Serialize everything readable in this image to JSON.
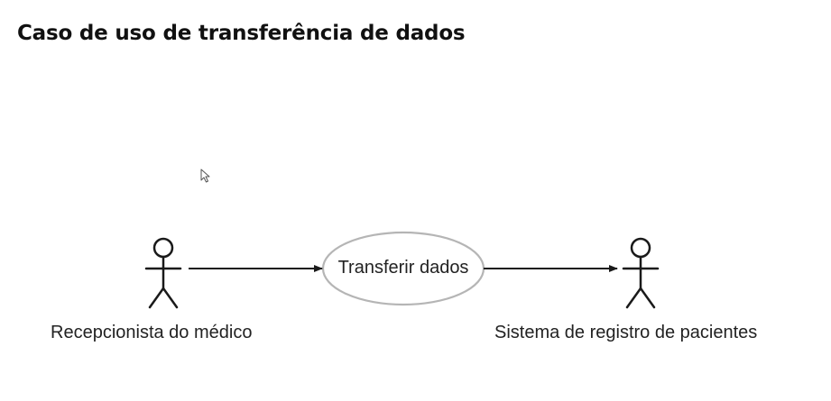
{
  "slide": {
    "title": "Caso de uso de transferência de dados"
  },
  "diagram": {
    "actors": [
      {
        "label": "Recepcionista do médico"
      },
      {
        "label": "Sistema de registro de pacientes"
      }
    ],
    "use_case": {
      "label": "Transferir dados"
    }
  },
  "colors": {
    "line": "#1a1a1a",
    "ellipse_stroke": "#b5b5b5",
    "text": "#222222"
  },
  "icons": {
    "cursor": "mouse-pointer-icon"
  }
}
